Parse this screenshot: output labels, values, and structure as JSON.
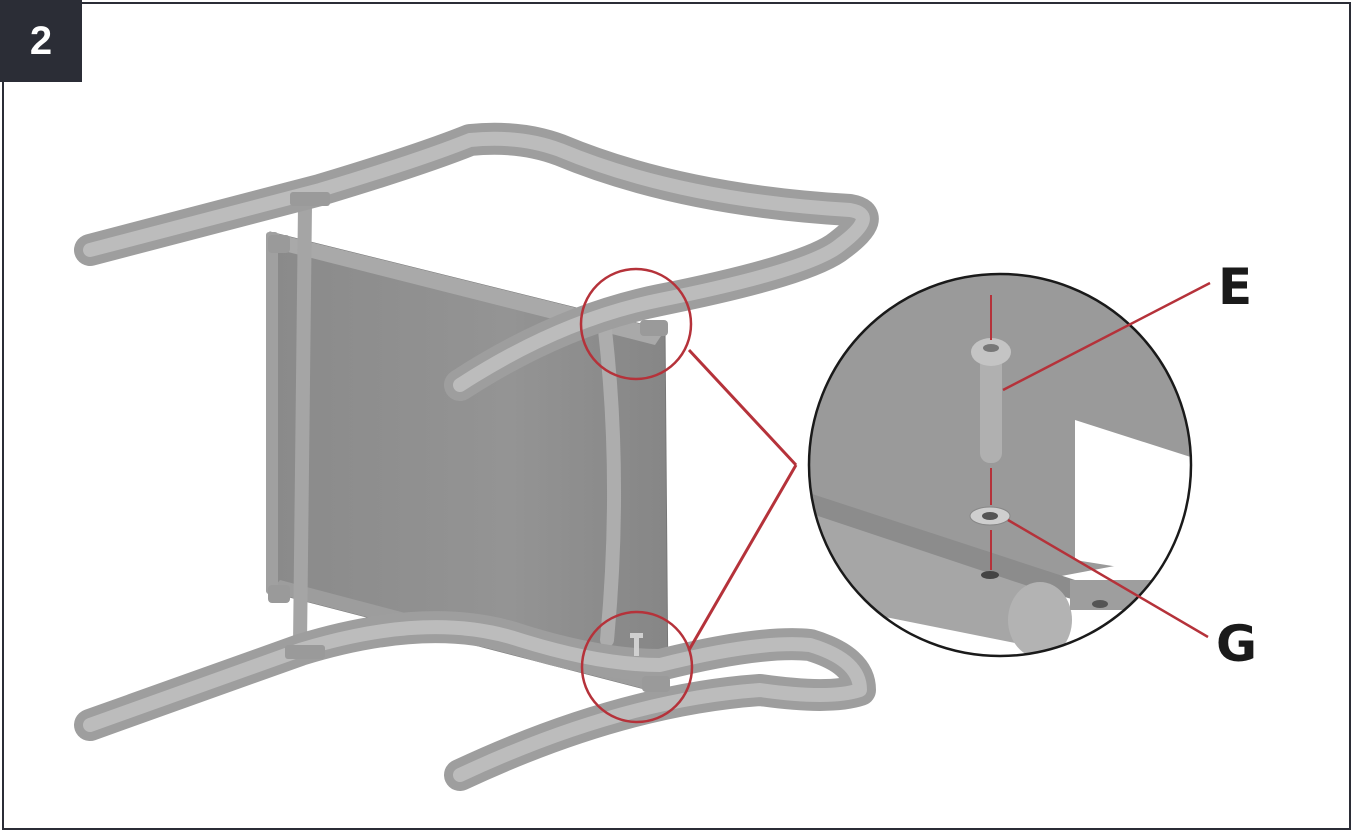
{
  "step_number": "2",
  "callouts": [
    {
      "id": "E",
      "label": "E"
    },
    {
      "id": "G",
      "label": "G"
    }
  ],
  "colors": {
    "frame": "#2b2d36",
    "callout_line": "#b5323a",
    "part_fill": "#8e8e8e",
    "tube_fill": "#a3a3a3"
  }
}
